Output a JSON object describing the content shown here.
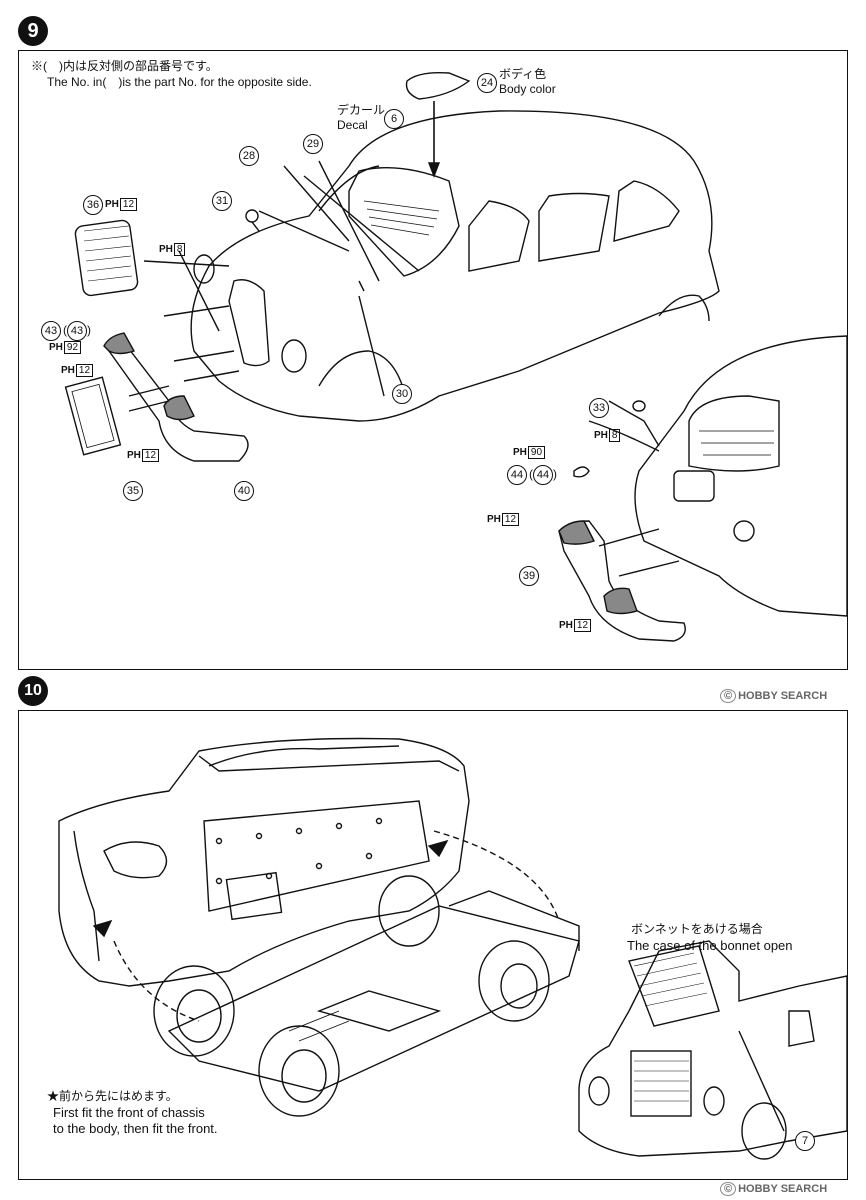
{
  "step9": {
    "number": "9",
    "note_jp": "※(　)内は反対側の部品番号です。",
    "note_en": "The No. in(　)is the part No. for the opposite side.",
    "decal_jp": "デカール",
    "decal_en": "Decal",
    "body_color_jp": "ボディ色",
    "body_color_en": "Body color",
    "parts": {
      "p24": "24",
      "p6": "6",
      "p28": "28",
      "p29": "29",
      "p31": "31",
      "p36": "36",
      "p43a": "43",
      "p43b": "43",
      "p30": "30",
      "p35": "35",
      "p40": "40",
      "p33": "33",
      "p44a": "44",
      "p44b": "44",
      "p39": "39",
      "p7": "7"
    },
    "ph_labels": {
      "ph36": "12",
      "ph8a": "8",
      "ph92": "92",
      "ph12a": "12",
      "ph12b": "12",
      "ph8b": "8",
      "ph90": "90",
      "ph12c": "12",
      "ph12d": "12"
    },
    "ph_prefix": "PH"
  },
  "step10": {
    "number": "10",
    "bonnet_jp": "ボンネットをあける場合",
    "bonnet_en": "The case of the bonnet open",
    "fit_jp": "★前から先にはめます。",
    "fit_en_1": "First fit the front of chassis",
    "fit_en_2": "to the body, then fit the front."
  },
  "watermarks": {
    "top": "HOBBY SEARCH",
    "bottom": "HOBBY SEARCH"
  }
}
